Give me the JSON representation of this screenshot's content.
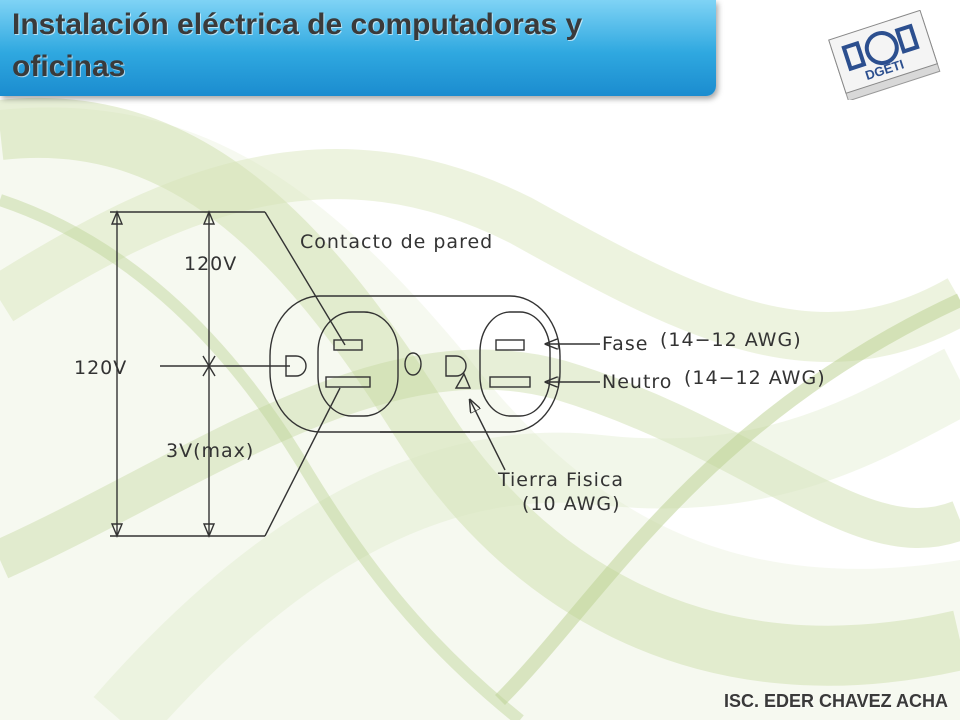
{
  "slide": {
    "title": "Instalación eléctrica de computadoras y oficinas",
    "footer": "ISC. EDER CHAVEZ ACHA"
  },
  "logo": {
    "text": "DGETI"
  },
  "diagram": {
    "label_contacto": "Contacto de pared",
    "label_120v_top": "120V",
    "label_120v_left": "120V",
    "label_3v": "3V(max)",
    "label_fase": "Fase",
    "label_fase_awg": "(14−12  AWG)",
    "label_neutro": "Neutro",
    "label_neutro_awg": "(14−12  AWG)",
    "label_tierra": "Tierra Fisica",
    "label_tierra_awg": "(10 AWG)"
  },
  "colors": {
    "title_bar": "#2fa8e0",
    "wave_green": "#c9dba4",
    "text": "#3a3a3a"
  }
}
